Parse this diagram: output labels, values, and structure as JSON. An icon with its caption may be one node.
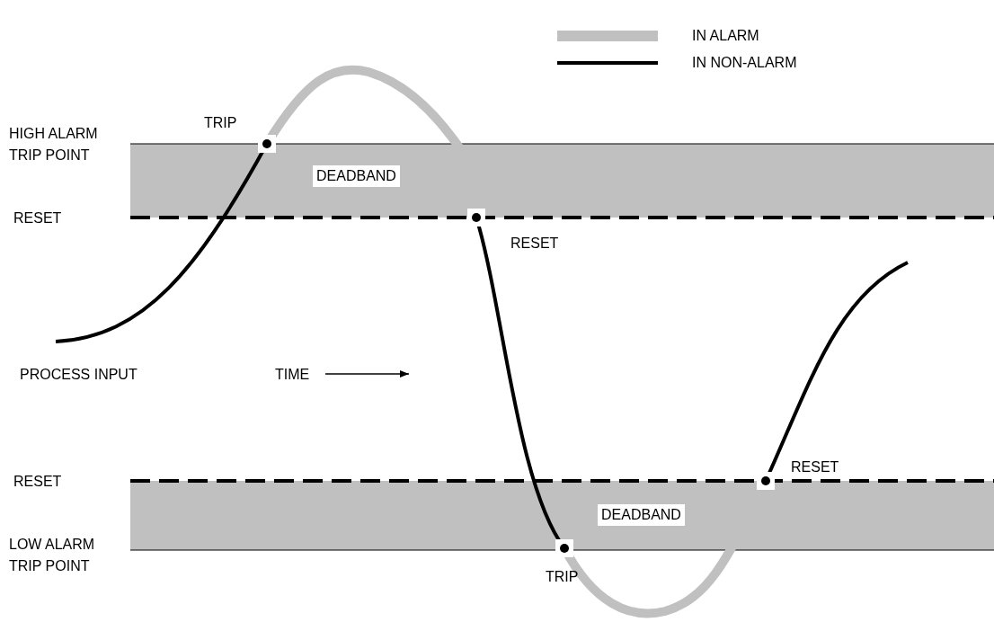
{
  "diagram": {
    "labels": [
      "TRIP",
      "HIGH ALARM TRIP POINT",
      "DEADBAND",
      "RESET",
      "RESET",
      "PROCESS INPUT",
      "TIME",
      "RESET",
      "RESET",
      "DEADBAND",
      "LOW ALARM TRIP POINT",
      "TRIP"
    ],
    "legend": [
      {
        "text": "IN ALARM",
        "color": "#c0c0c0"
      },
      {
        "text": "IN NON-ALARM"
      }
    ]
  }
}
